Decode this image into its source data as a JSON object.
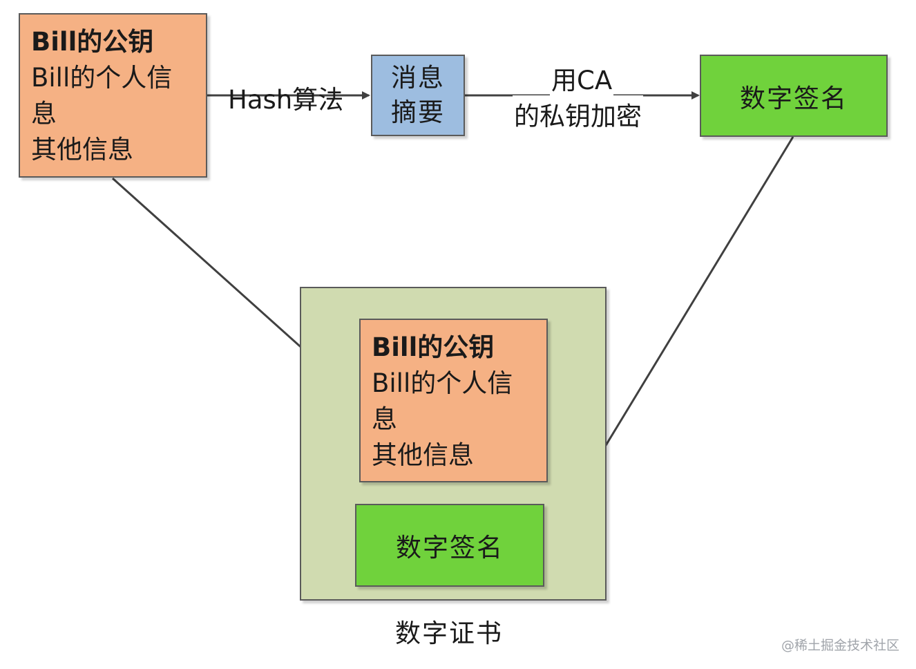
{
  "source_box": {
    "title": "Bill的公钥",
    "line2": "Bill的个人信",
    "line3": "息",
    "line4": "其他信息"
  },
  "hash_label": "Hash算法",
  "digest_box": {
    "line1": "消息",
    "line2": "摘要"
  },
  "encrypt_label": {
    "line1": "用CA",
    "line2": "的私钥加密"
  },
  "signature_box": {
    "label": "数字签名"
  },
  "certificate": {
    "info_box": {
      "title": "Bill的公钥",
      "line2": "Bill的个人信",
      "line3": "息",
      "line4": "其他信息"
    },
    "signature_label": "数字签名",
    "caption": "数字证书"
  },
  "watermark": "@稀土掘金技术社区",
  "colors": {
    "info_box": "#f5b184",
    "digest_box": "#9dbde0",
    "signature_box": "#70d23c",
    "certificate_box": "#d0dbb0",
    "arrow": "#404040"
  }
}
